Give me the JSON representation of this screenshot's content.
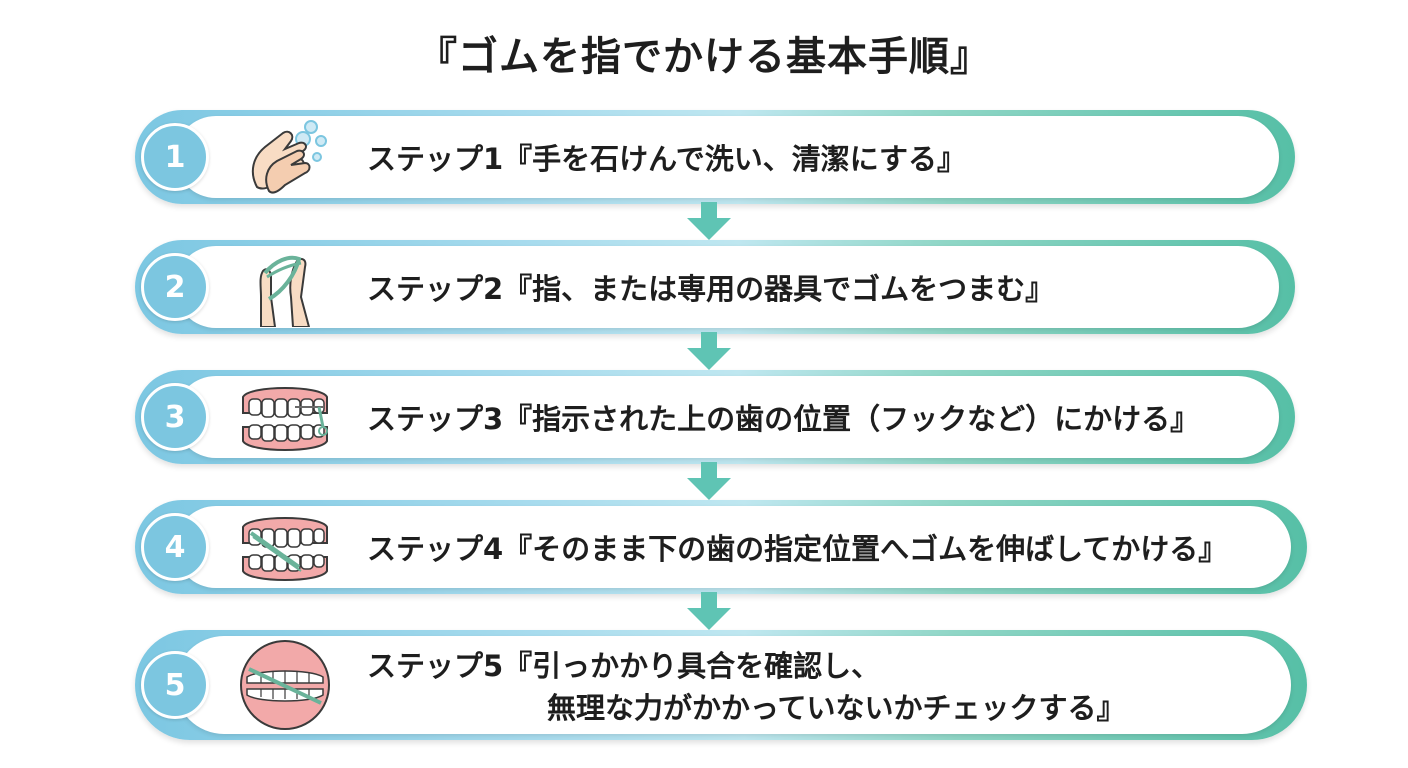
{
  "title": "『ゴムを指でかける基本手順』",
  "colors": {
    "badge": "#7cc6e0",
    "band_blue": "#7cc7e2",
    "band_teal": "#56bfa6",
    "arrow": "#5fc4b4"
  },
  "steps": [
    {
      "number": "1",
      "line1": "ステップ1『手を石けんで洗い、清潔にする』",
      "line2": "",
      "icon": "hand-washing-icon"
    },
    {
      "number": "2",
      "line1": "ステップ2『指、または専用の器具でゴムをつまむ』",
      "line2": "",
      "icon": "fingers-pinching-rubber-band-icon"
    },
    {
      "number": "3",
      "line1": "ステップ3『指示された上の歯の位置（フックなど）にかける』",
      "line2": "",
      "icon": "upper-teeth-hook-icon"
    },
    {
      "number": "4",
      "line1": "ステップ4『そのまま下の歯の指定位置へゴムを伸ばしてかける』",
      "line2": "",
      "icon": "stretch-rubber-band-teeth-icon"
    },
    {
      "number": "5",
      "line1": "ステップ5『引っかかり具合を確認し、",
      "line2": "無理な力がかかっていないかチェックする』",
      "icon": "check-teeth-circle-icon"
    }
  ]
}
